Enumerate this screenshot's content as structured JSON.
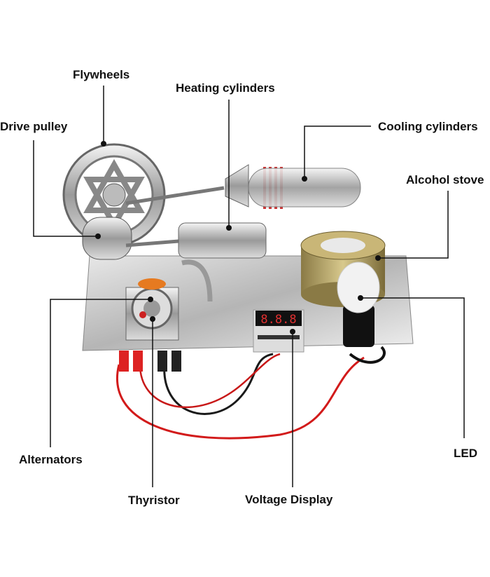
{
  "title": "Stirling engine generator component diagram",
  "labels": {
    "flywheels": "Flywheels",
    "heating_cylinders": "Heating cylinders",
    "drive_pulley": "Drive pulley",
    "cooling_cylinders": "Cooling cylinders",
    "alcohol_stove": "Alcohol stove",
    "led": "LED",
    "alternators": "Alternators",
    "thyristor": "Thyristor",
    "voltage_display": "Voltage Display"
  },
  "colors": {
    "leader": "#111111",
    "wire_red": "#d21a1a",
    "wire_black": "#1a1a1a",
    "led_segment": "#e03030"
  }
}
